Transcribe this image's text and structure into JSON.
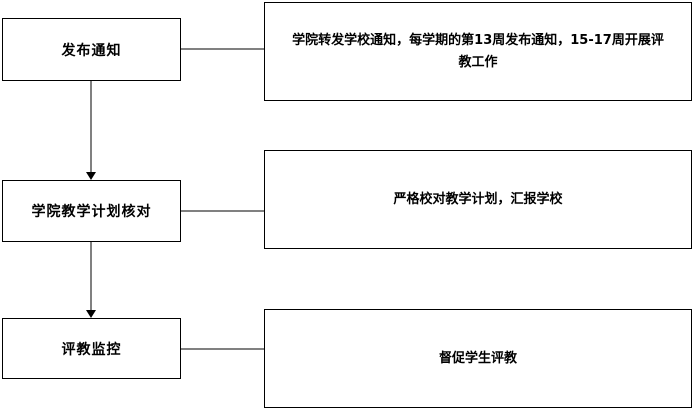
{
  "steps": [
    {
      "label": "发布通知",
      "description": "学院转发学校通知，每学期的第13周发布通知，15-17周开展评教工作"
    },
    {
      "label": "学院教学计划核对",
      "description": "严格校对教学计划，汇报学校"
    },
    {
      "label": "评教监控",
      "description": "督促学生评教"
    }
  ]
}
